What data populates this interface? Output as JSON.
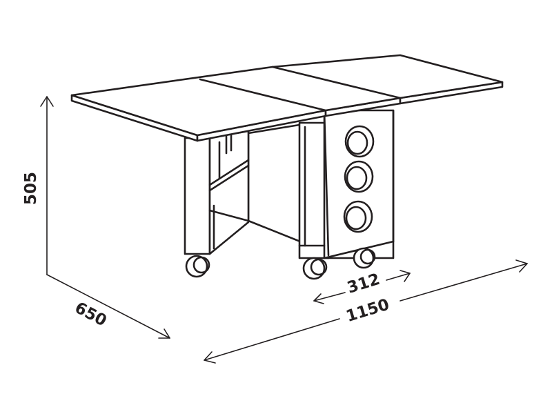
{
  "dimensions": {
    "height": "505",
    "depth": "650",
    "length": "1150",
    "cabinet_width": "312"
  },
  "colors": {
    "line": "#231f20",
    "background": "#ffffff"
  }
}
